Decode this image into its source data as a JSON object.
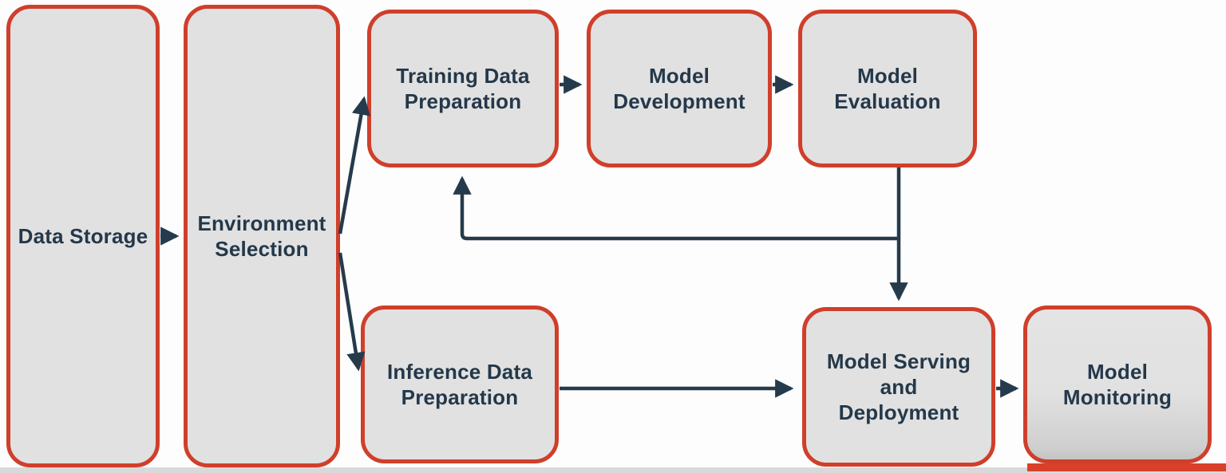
{
  "diagram": {
    "type": "flowchart",
    "colors": {
      "node_fill": "#e1e1e1",
      "node_border": "#cf3f2b",
      "arrow": "#253b4b",
      "label_text": "#24384a",
      "background": "#fdfdfd",
      "bottom_edge": "#d9d9d9",
      "red_accent_bar": "#d8402a"
    },
    "nodes": [
      {
        "id": "data-storage",
        "label": "Data Storage"
      },
      {
        "id": "environment-selection",
        "label": "Environment Selection"
      },
      {
        "id": "training-data-preparation",
        "label": "Training Data Preparation"
      },
      {
        "id": "model-development",
        "label": "Model Development"
      },
      {
        "id": "model-evaluation",
        "label": "Model Evaluation"
      },
      {
        "id": "inference-data-preparation",
        "label": "Inference Data Preparation"
      },
      {
        "id": "model-serving-and-deployment",
        "label": "Model Serving and Deployment"
      },
      {
        "id": "model-monitoring",
        "label": "Model Monitoring"
      }
    ],
    "edges": [
      {
        "from": "data-storage",
        "to": "environment-selection",
        "type": "forward"
      },
      {
        "from": "environment-selection",
        "to": "training-data-preparation",
        "type": "forward"
      },
      {
        "from": "environment-selection",
        "to": "inference-data-preparation",
        "type": "forward"
      },
      {
        "from": "training-data-preparation",
        "to": "model-development",
        "type": "forward"
      },
      {
        "from": "model-development",
        "to": "model-evaluation",
        "type": "forward"
      },
      {
        "from": "model-evaluation",
        "to": "model-serving-and-deployment",
        "type": "forward"
      },
      {
        "from": "model-evaluation",
        "to": "training-data-preparation",
        "type": "feedback"
      },
      {
        "from": "inference-data-preparation",
        "to": "model-serving-and-deployment",
        "type": "forward"
      },
      {
        "from": "model-serving-and-deployment",
        "to": "model-monitoring",
        "type": "forward"
      }
    ]
  }
}
